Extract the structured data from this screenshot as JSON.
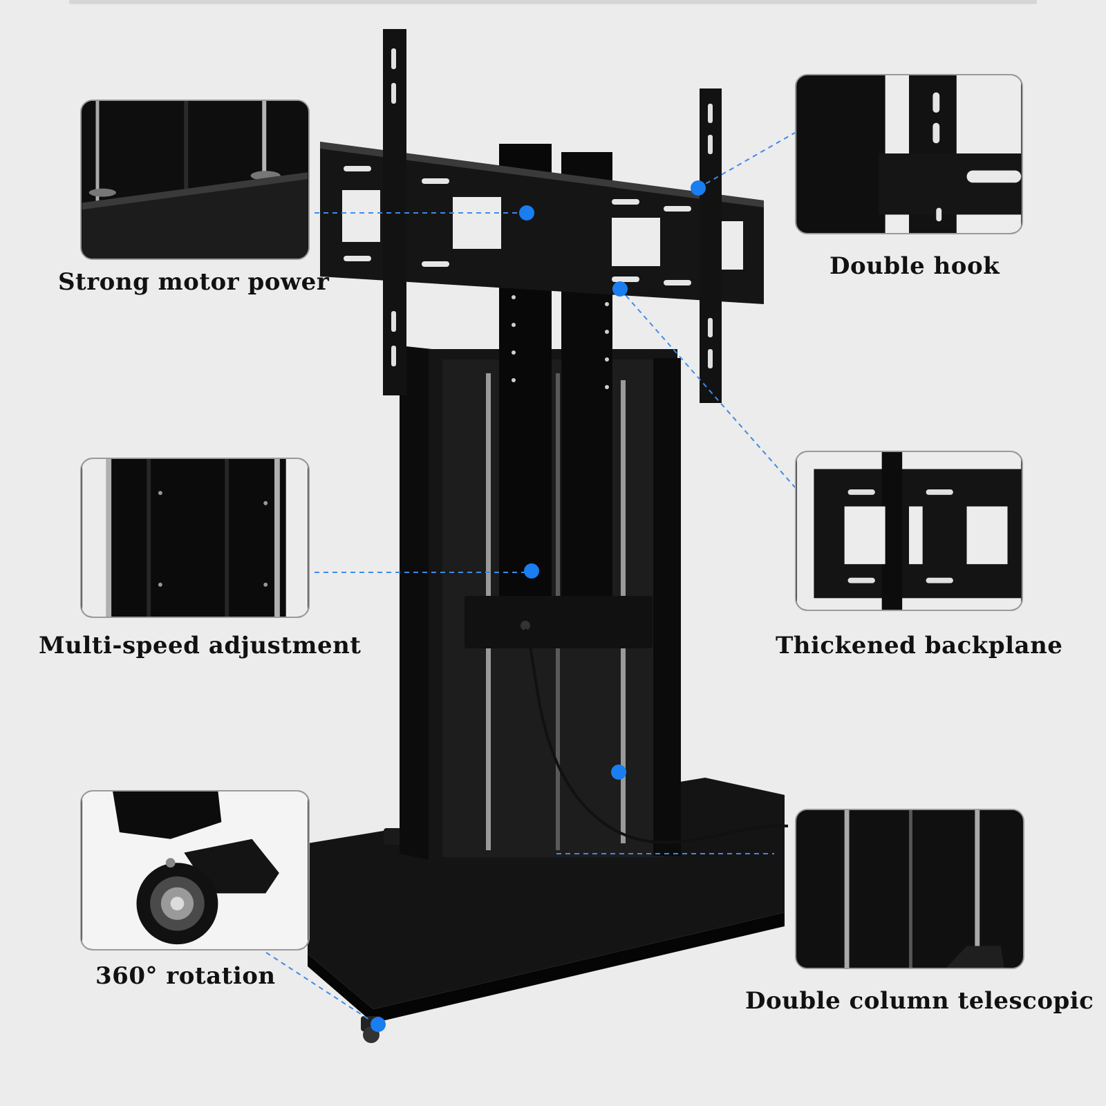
{
  "colors": {
    "background": "#ececec",
    "frame": "#111111",
    "callout_dot": "#1a7df0",
    "callout_line": "#3c8ce8",
    "label_text": "#111111"
  },
  "features": [
    {
      "id": "motor",
      "label": "Strong motor power",
      "icon": "motor-detail-photo"
    },
    {
      "id": "hook",
      "label": "Double hook",
      "icon": "hook-detail-photo"
    },
    {
      "id": "speed",
      "label": "Multi-speed adjustment",
      "icon": "column-detail-photo"
    },
    {
      "id": "backplane",
      "label": "Thickened backplane",
      "icon": "mount-plate-detail-photo"
    },
    {
      "id": "rotation",
      "label": "360°  rotation",
      "icon": "caster-wheel-photo"
    },
    {
      "id": "telescopic",
      "label": "Double column telescopic",
      "icon": "telescopic-column-photo"
    }
  ]
}
